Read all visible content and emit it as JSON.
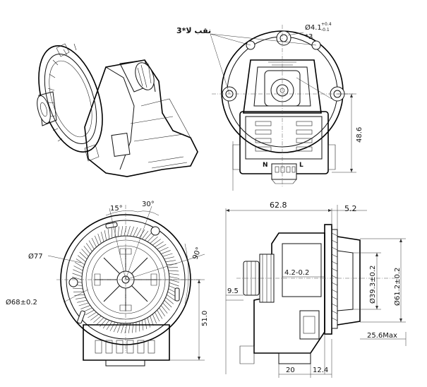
{
  "labels": {
    "holes_note": "3*نقب لا",
    "top_hole_dia": "Ø4.1",
    "top_hole_tol_plus": "+0.4",
    "top_hole_tol_minus": "-0.1",
    "top_hole_count": "*3",
    "height_top": "48.6",
    "connector_n": "N",
    "connector_l": "L",
    "angle_15": "15°",
    "angle_30": "30°",
    "angle_90": "90°",
    "dia_77": "Ø77",
    "dia_68": "Ø68±0.2",
    "height_51": "51.0",
    "width_628": "62.8",
    "width_52": "5.2",
    "depth_42": "4.2-0.2",
    "dia_393": "Ø39.3±0.2",
    "dia_612": "Ø61.2±0.2",
    "offset_95": "9.5",
    "max_256": "25.6Max",
    "bottom_20": "20",
    "bottom_124": "12.4"
  }
}
